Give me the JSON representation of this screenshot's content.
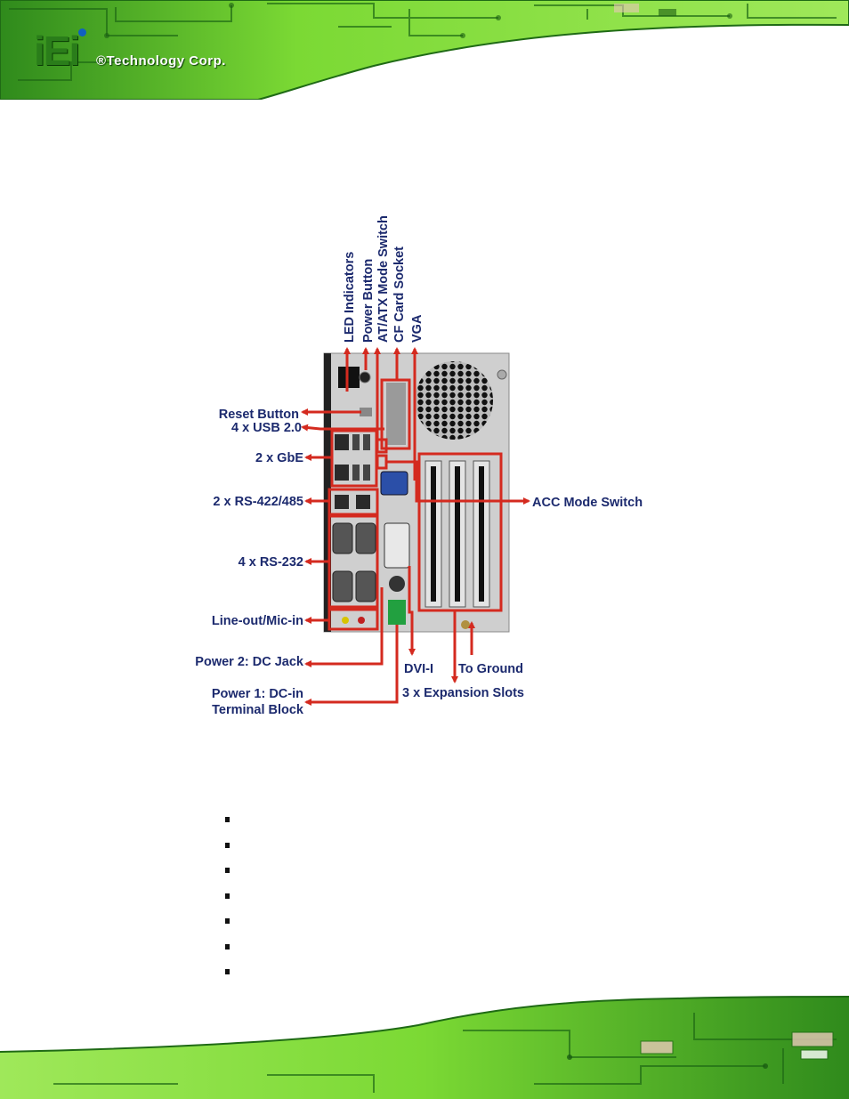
{
  "header": {
    "logo_mark": "iEi",
    "logo_text": "®Technology Corp."
  },
  "colors": {
    "callout_red": "#d42a1f",
    "label_navy": "#1c2a6e",
    "pcb_green": "#8fe23a",
    "pcb_dark": "#1f6a15",
    "chassis_gray": "#c9c9c9"
  },
  "diagram": {
    "top_labels": [
      {
        "id": "led",
        "text": "LED Indicators"
      },
      {
        "id": "power_button",
        "text": "Power Button"
      },
      {
        "id": "atatx",
        "text": "AT/ATX Mode Switch"
      },
      {
        "id": "cf",
        "text": "CF Card Socket"
      },
      {
        "id": "vga",
        "text": "VGA"
      }
    ],
    "left_labels": [
      {
        "id": "reset",
        "text": "Reset Button"
      },
      {
        "id": "usb",
        "text": "4 x USB 2.0"
      },
      {
        "id": "gbe",
        "text": "2 x GbE"
      },
      {
        "id": "rs422",
        "text": "2 x RS-422/485"
      },
      {
        "id": "rs232",
        "text": "4 x RS-232"
      },
      {
        "id": "audio",
        "text": "Line-out/Mic-in"
      },
      {
        "id": "power2",
        "text": "Power 2: DC Jack"
      },
      {
        "id": "power1_a",
        "text": "Power 1: DC-in"
      },
      {
        "id": "power1_b",
        "text": "Terminal Block"
      }
    ],
    "right_labels": [
      {
        "id": "acc",
        "text": "ACC Mode Switch"
      }
    ],
    "bottom_labels": [
      {
        "id": "dvi",
        "text": "DVI-I"
      },
      {
        "id": "ground",
        "text": "To Ground"
      },
      {
        "id": "slots",
        "text": "3 x Expansion Slots"
      }
    ]
  },
  "bullets": [
    "",
    "",
    "",
    "",
    "",
    "",
    ""
  ]
}
